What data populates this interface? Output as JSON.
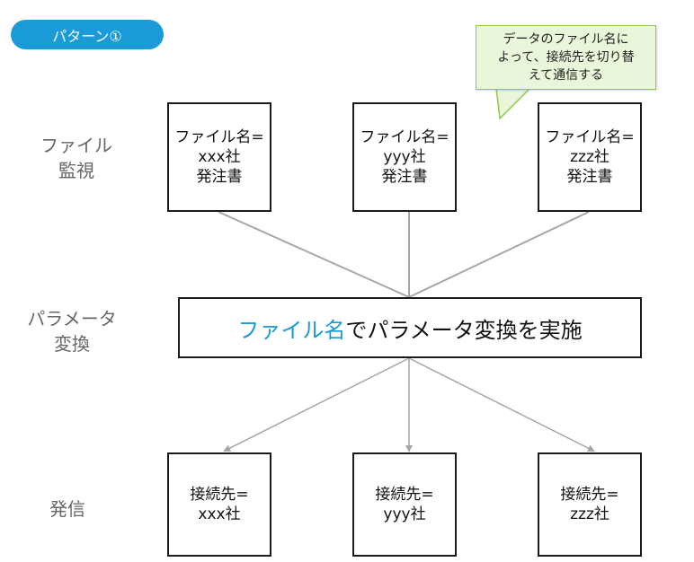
{
  "pattern_label": "パターン①",
  "callout": {
    "lines": [
      "データのファイル名に",
      "よって、接続先を切り替",
      "えて通信する"
    ]
  },
  "row_labels": {
    "file_watch": [
      "ファイル",
      "監視"
    ],
    "param_convert": [
      "パラメータ",
      "変換"
    ],
    "send": [
      "発信"
    ]
  },
  "source_files": [
    {
      "line1": "ファイル名=",
      "line2": "xxx社",
      "line3": "発注書"
    },
    {
      "line1": "ファイル名=",
      "line2": "yyy社",
      "line3": "発注書"
    },
    {
      "line1": "ファイル名=",
      "line2": "zzz社",
      "line3": "発注書"
    }
  ],
  "parameter_box": {
    "highlight": "ファイル名",
    "rest": "でパラメータ変換を実施"
  },
  "destinations": [
    {
      "line1": "接続先=",
      "line2": "xxx社"
    },
    {
      "line1": "接続先=",
      "line2": "yyy社"
    },
    {
      "line1": "接続先=",
      "line2": "zzz社"
    }
  ],
  "colors": {
    "accent": "#1a9ad6",
    "callout_fill": "#e9f6d9",
    "callout_border": "#8ccb47",
    "connector": "#a6a6a6"
  }
}
